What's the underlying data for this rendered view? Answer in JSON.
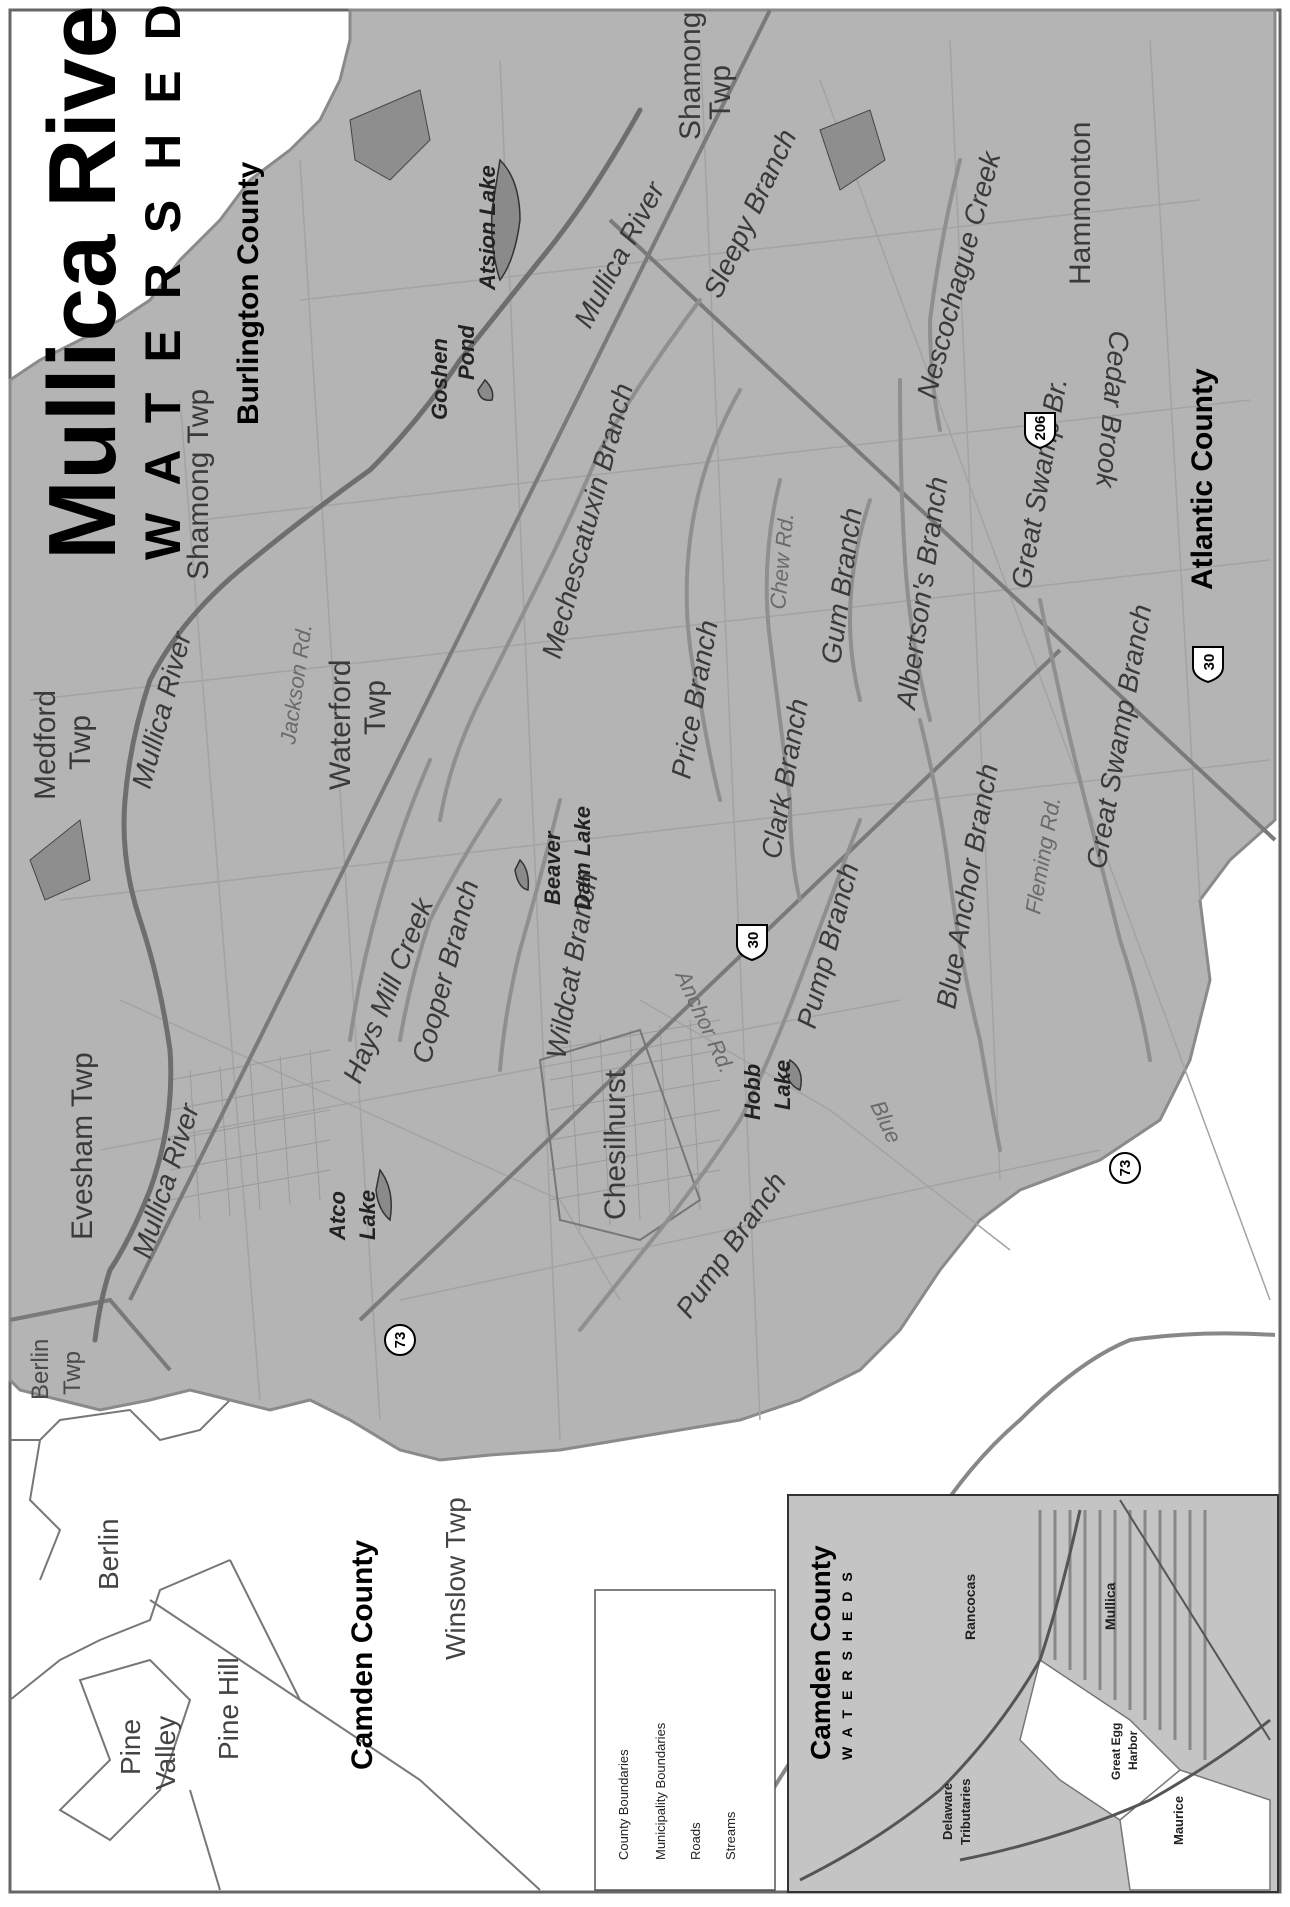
{
  "title": {
    "main": "Mullica River",
    "sub": "WATERSHED"
  },
  "counties": {
    "burlington": "Burlington County",
    "atlantic": "Atlantic County",
    "camden": "Camden County"
  },
  "municipalities": {
    "shamong_twp": "Shamong Twp",
    "shamong_twp_top_1": "Shamong",
    "shamong_twp_top_2": "Twp",
    "hammonton": "Hammonton",
    "waterford_1": "Waterford",
    "waterford_2": "Twp",
    "medford_1": "Medford",
    "medford_2": "Twp",
    "evesham_twp": "Evesham Twp",
    "berlin_twp_1": "Berlin",
    "berlin_twp_2": "Twp",
    "chesilhurst": "Chesilhurst",
    "winslow_twp": "Winslow Twp",
    "berlin": "Berlin",
    "pine_valley_1": "Pine",
    "pine_valley_2": "Valley",
    "pine_hill": "Pine Hill"
  },
  "streams": {
    "mullica_river_1": "Mullica River",
    "mullica_river_2": "Mullica River",
    "mullica_river_3": "Mullica River",
    "sleepy_branch": "Sleepy Branch",
    "nescochague_creek": "Nescochague Creek",
    "mechescatuxin_branch": "Mechescatuxin Branch",
    "price_branch": "Price Branch",
    "gum_branch": "Gum Branch",
    "albertsons_branch": "Albertson's Branch",
    "great_swamp_br": "Great Swamp Br.",
    "cedar_brook": "Cedar Brook",
    "great_swamp_branch": "Great Swamp Branch",
    "clark_branch": "Clark Branch",
    "blue_anchor_branch": "Blue Anchor Branch",
    "pump_branch_1": "Pump Branch",
    "pump_branch_2": "Pump Branch",
    "cooper_branch": "Cooper Branch",
    "hays_mill_creek": "Hays Mill Creek",
    "wildcat_branch": "Wildcat Branch"
  },
  "lakes": {
    "atsion_lake": "Atsion Lake",
    "goshen_pond_1": "Goshen",
    "goshen_pond_2": "Pond",
    "beaver_dam_lake_1": "Beaver",
    "beaver_dam_lake_2": "Dam Lake",
    "hobb_lake_1": "Hobb",
    "hobb_lake_2": "Lake",
    "atco_lake_1": "Atco",
    "atco_lake_2": "Lake"
  },
  "roads": {
    "chew_rd": "Chew Rd.",
    "jackson_rd": "Jackson Rd.",
    "fleming_rd": "Fleming Rd.",
    "anchor_rd": "Anchor Rd.",
    "blue": "Blue"
  },
  "route_shields": {
    "us30_a": "30",
    "us30_b": "30",
    "us206": "206",
    "nj73_a": "73",
    "nj73_b": "73"
  },
  "legend": {
    "items": [
      "County Boundaries",
      "Municipality Boundaries",
      "Roads",
      "Streams"
    ]
  },
  "inset": {
    "title": "Camden County",
    "subtitle": "WATERSHEDS",
    "regions": {
      "rancocas": "Rancocas",
      "mullica": "Mullica",
      "delaware_1": "Delaware",
      "delaware_2": "Tributaries",
      "great_egg_1": "Great Egg",
      "great_egg_2": "Harbor",
      "maurice": "Maurice"
    }
  },
  "colors": {
    "watershed_fill": "#b4b4b4",
    "outside_fill": "#ffffff",
    "stream": "#8f8f8f",
    "river": "#6e6e6e",
    "road": "#a0a0a0",
    "county_line": "#7a7a7a",
    "muni_line": "#777777",
    "inset_bg": "#c4c4c4"
  }
}
